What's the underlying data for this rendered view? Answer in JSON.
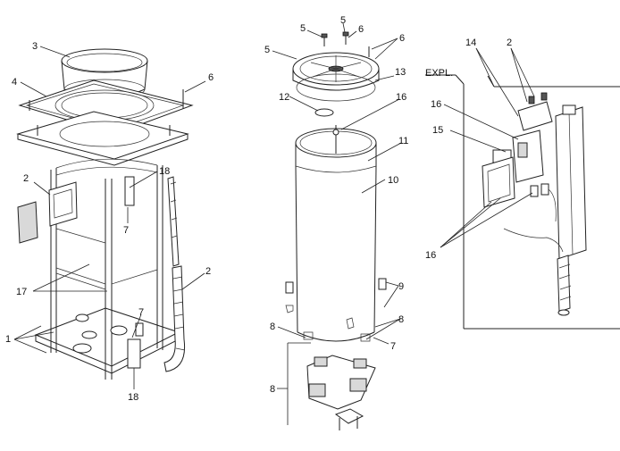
{
  "diagram": {
    "left_labels": [
      "1",
      "2",
      "3",
      "4",
      "6",
      "7",
      "7",
      "17",
      "18",
      "18",
      "2"
    ],
    "middle_labels": [
      "5",
      "5",
      "6",
      "6",
      "5",
      "13",
      "12",
      "16",
      "11",
      "10",
      "9",
      "8",
      "8",
      "7",
      "8"
    ],
    "right_labels": [
      "14",
      "2",
      "16",
      "15",
      "16"
    ],
    "expl_label": "EXPL."
  }
}
